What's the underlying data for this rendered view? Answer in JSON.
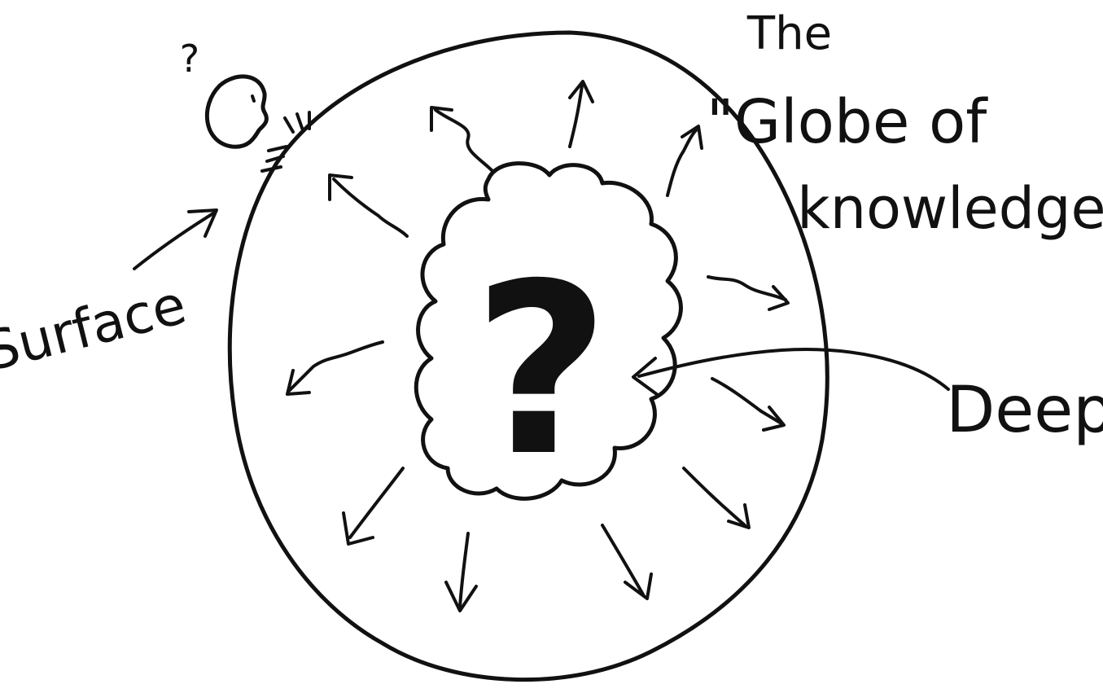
{
  "diagram": {
    "title_line1": "The",
    "title_line2": "\"Globe of",
    "title_line3": "knowledge\"",
    "label_surface": "Surface",
    "label_deep": "Deep",
    "center_symbol": "?",
    "person_symbol": "?"
  },
  "colors": {
    "ink": "#111111",
    "background": "#ffffff"
  }
}
